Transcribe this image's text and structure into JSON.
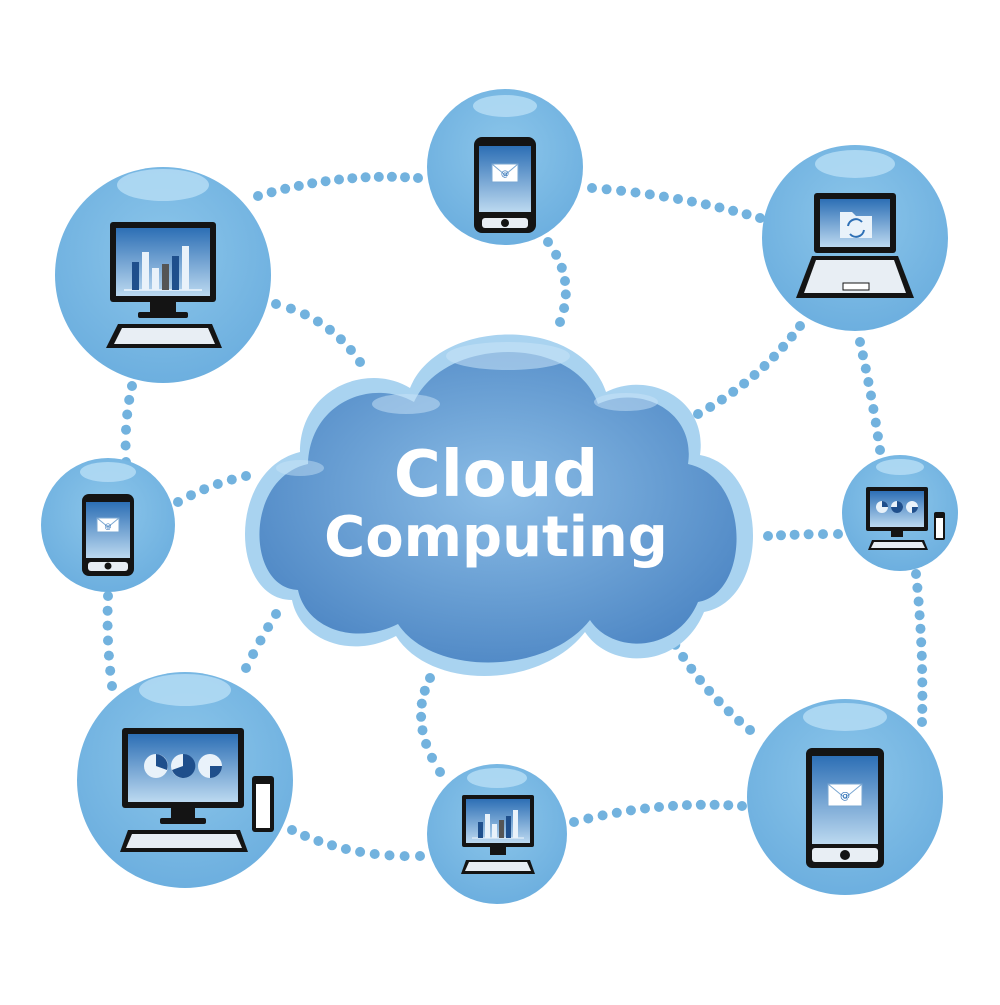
{
  "title": {
    "line1": "Cloud",
    "line2": "Computing"
  },
  "colors": {
    "background": "#ffffff",
    "cloud_fill": "#5c96cf",
    "cloud_outline": "#a9d3f0",
    "node_fill": "#7ab9e2",
    "node_highlight": "#b4dcf4",
    "dot": "#72b2de",
    "device_dark": "#141414",
    "screen": "#3f7fc2",
    "text": "#ffffff"
  },
  "nodes": [
    {
      "id": "desktop-bar-chart",
      "device": "desktop-monitor-icon",
      "content": "bar-chart-icon"
    },
    {
      "id": "smartphone-top",
      "device": "smartphone-icon",
      "content": "email-icon"
    },
    {
      "id": "laptop",
      "device": "laptop-icon",
      "content": "sync-folder-icon"
    },
    {
      "id": "smartphone-left",
      "device": "smartphone-icon",
      "content": "email-icon"
    },
    {
      "id": "desktop-pie-small",
      "device": "desktop-tower-icon",
      "content": "pie-chart-icon"
    },
    {
      "id": "desktop-pie-large",
      "device": "desktop-tower-icon",
      "content": "pie-chart-icon"
    },
    {
      "id": "desktop-bar-small",
      "device": "desktop-monitor-icon",
      "content": "bar-chart-icon"
    },
    {
      "id": "tablet",
      "device": "tablet-icon",
      "content": "email-icon"
    }
  ]
}
